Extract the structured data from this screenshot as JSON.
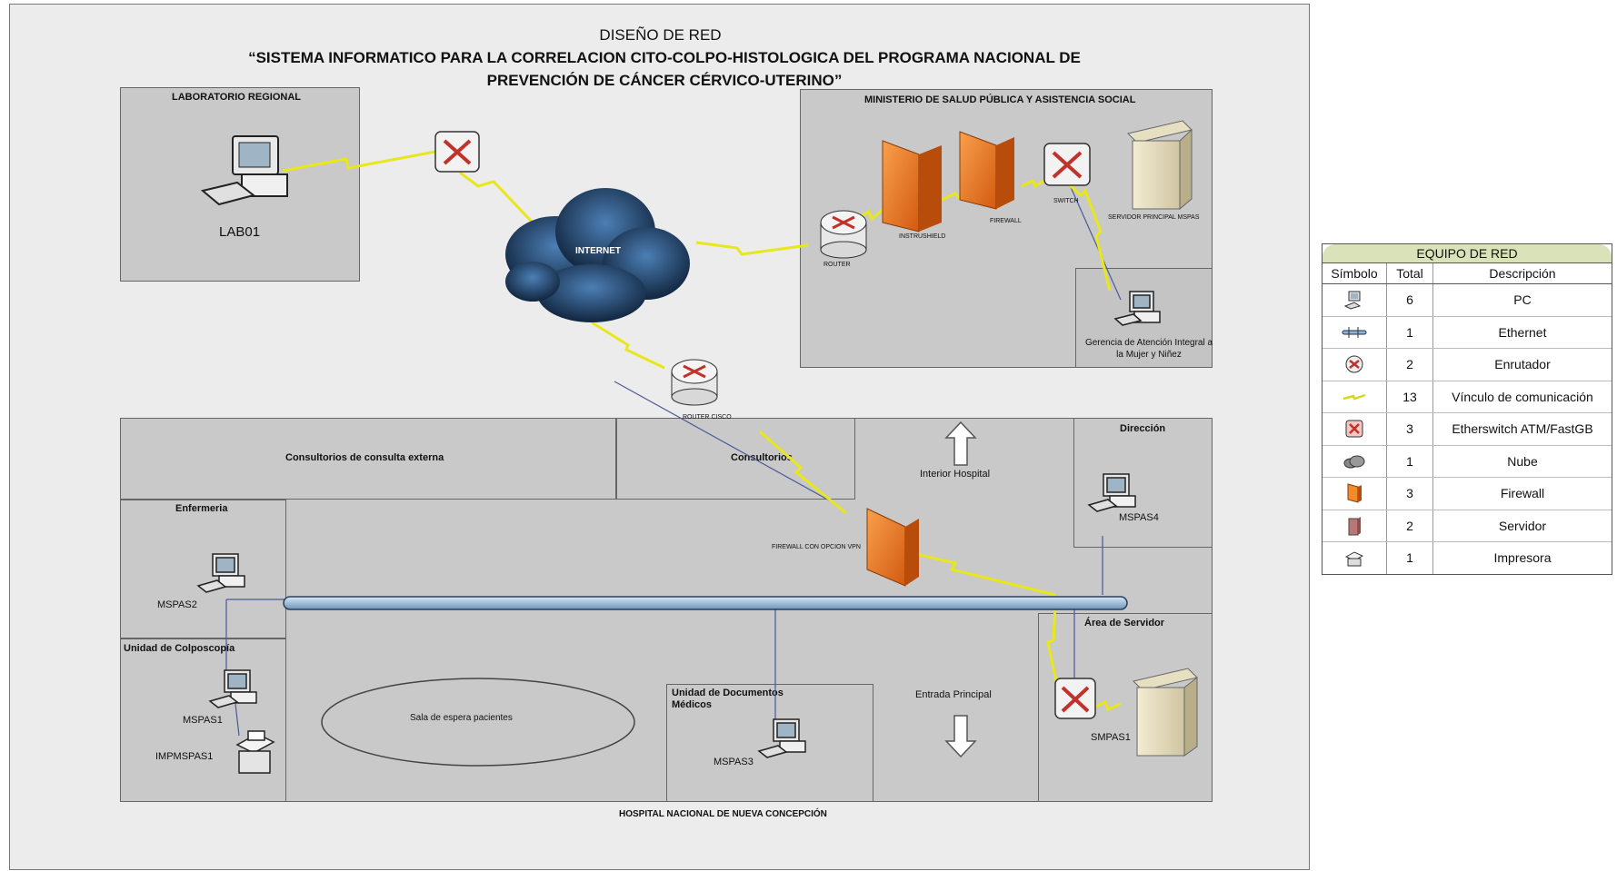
{
  "diagram": {
    "title": "DISEÑO DE RED",
    "subtitle": "“SISTEMA INFORMATICO PARA LA CORRELACION CITO-COLPO-HISTOLOGICA DEL PROGRAMA NACIONAL DE PREVENCIÓN DE CÁNCER CÉRVICO-UTERINO”",
    "zones": {
      "lab": "LABORATORIO REGIONAL",
      "ministry": "MINISTERIO DE SALUD PÚBLICA Y ASISTENCIA SOCIAL",
      "consultorios_externa": "Consultorios de consulta externa",
      "consultorios": "Consultorios",
      "direccion": "Dirección",
      "enfermeria": "Enfermeria",
      "colposcopia": "Unidad de Colposcopía",
      "documentos": "Unidad de Documentos Médicos",
      "servidor": "Área de Servidor",
      "hospital": "HOSPITAL NACIONAL DE NUEVA CONCEPCIÓN",
      "interior": "Interior Hospital",
      "entrada": "Entrada Principal",
      "sala": "Sala de espera pacientes"
    },
    "devices": {
      "lab01": "LAB01",
      "internet": "INTERNET",
      "router": "ROUTER",
      "instrushield": "INSTRUSHIELD",
      "firewall": "FIREWALL",
      "switch": "SWITCH",
      "servidor_principal": "SERVIDOR PRINCIPAL MSPAS",
      "gerencia": "Gerencia de Atención Integral a la Mujer y Niñez",
      "router_cisco": "ROUTER CISCO",
      "firewall_vpn": "FIREWALL CON OPCION VPN",
      "mspas1": "MSPAS1",
      "mspas2": "MSPAS2",
      "mspas3": "MSPAS3",
      "mspas4": "MSPAS4",
      "impmspas1": "IMPMSPAS1",
      "smpas1": "SMPAS1"
    }
  },
  "legend": {
    "title": "EQUIPO DE RED",
    "headers": [
      "Símbolo",
      "Total",
      "Descripción"
    ],
    "rows": [
      {
        "icon": "pc-icon",
        "total": "6",
        "desc": "PC"
      },
      {
        "icon": "ethernet-icon",
        "total": "1",
        "desc": "Ethernet"
      },
      {
        "icon": "router-icon",
        "total": "2",
        "desc": "Enrutador"
      },
      {
        "icon": "link-icon",
        "total": "13",
        "desc": "Vínculo de comunicación"
      },
      {
        "icon": "etherswitch-icon",
        "total": "3",
        "desc": "Etherswitch ATM/FastGB"
      },
      {
        "icon": "cloud-icon",
        "total": "1",
        "desc": "Nube"
      },
      {
        "icon": "firewall-icon",
        "total": "3",
        "desc": "Firewall"
      },
      {
        "icon": "server-icon",
        "total": "2",
        "desc": "Servidor"
      },
      {
        "icon": "printer-icon",
        "total": "1",
        "desc": "Impresora"
      }
    ]
  }
}
